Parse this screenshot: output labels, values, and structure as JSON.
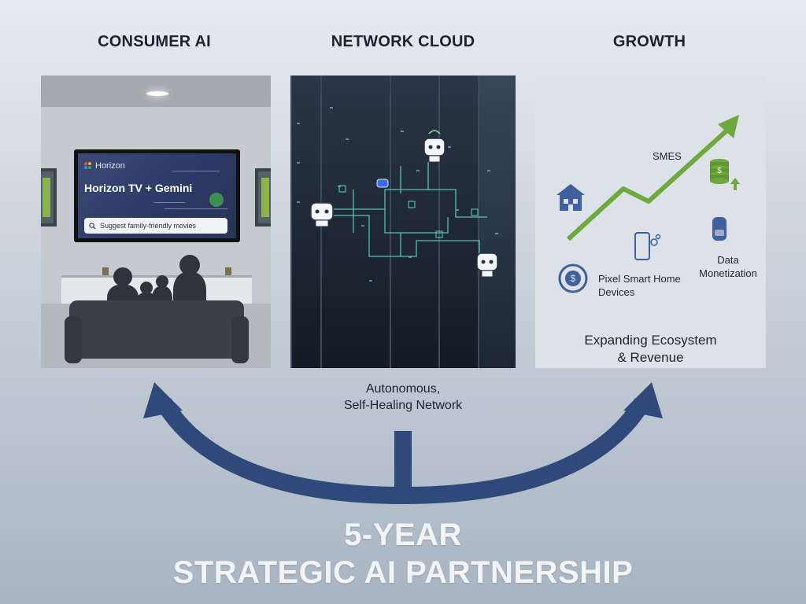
{
  "columns": {
    "consumer": {
      "title": "CONSUMER AI"
    },
    "network": {
      "title": "NETWORK CLOUD"
    },
    "growth": {
      "title": "GROWTH"
    }
  },
  "tv": {
    "brand": "Horizon",
    "title": "Horizon TV + Gemini",
    "search_text": "Suggest family-friendly movies"
  },
  "growth_panel": {
    "smes": "SMES",
    "pixel": "Pixel Smart Home\nDevices",
    "data": "Data\nMonetization",
    "footer": "Expanding Ecosystem\n& Revenue"
  },
  "network_caption": "Autonomous,\nSelf-Healing Network",
  "headline": {
    "line1": "5-YEAR",
    "line2": "STRATEGIC AI PARTNERSHIP"
  },
  "colors": {
    "arrow": "#2f4a7a",
    "growth_green": "#6fa83c",
    "circuit": "#59c7c7",
    "icon_blue": "#3f5f9f"
  },
  "icons": [
    "house-icon",
    "coin-stack-icon",
    "phone-icon",
    "dollar-icon",
    "smart-speaker-icon",
    "robot-icon",
    "search-icon"
  ]
}
